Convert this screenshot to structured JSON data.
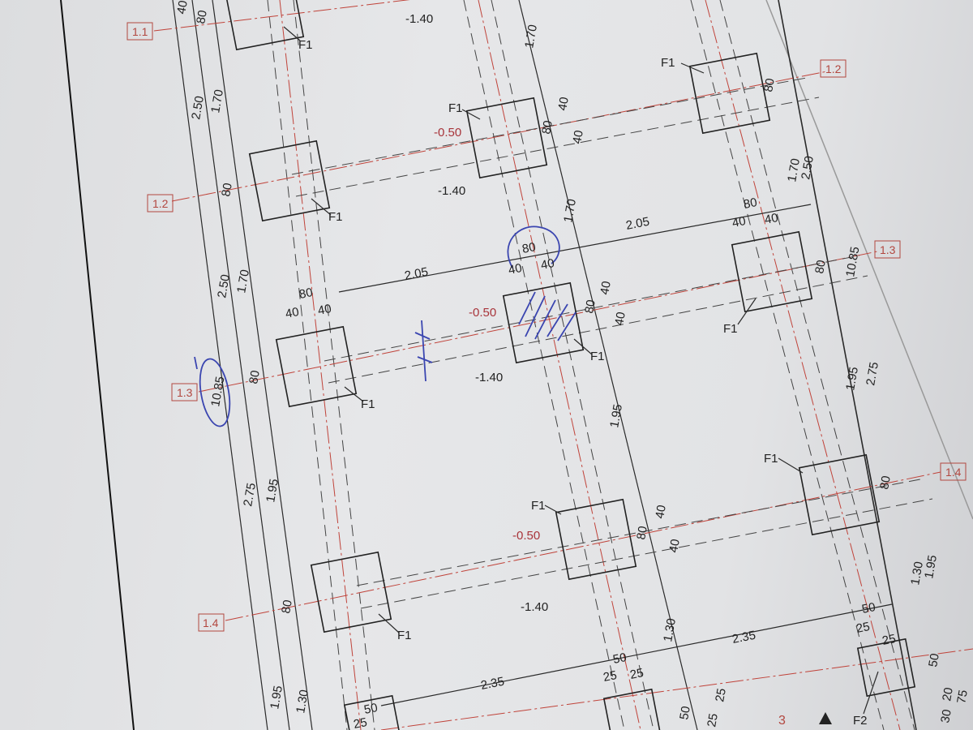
{
  "colors": {
    "axis": "#c0433a",
    "ink": "#3a45b0",
    "elevation": "#a8343a",
    "line": "#2a2a2a"
  },
  "axis_tags": [
    "1.1",
    "1.2",
    "1.3",
    "1.4",
    "1.2",
    "1.3",
    "1.4"
  ],
  "dims": [
    "40",
    "80",
    "2.50",
    "1.70",
    "80",
    "2.50",
    "1.70",
    "10.85",
    "80",
    "2.75",
    "1.95",
    "80",
    "1.95",
    "1.30",
    "1.70",
    "80",
    "40",
    "40",
    "1.70",
    "80",
    "40",
    "40",
    "1.95",
    "80",
    "40",
    "40",
    "1.30",
    "50",
    "80",
    "1.70",
    "2.50",
    "80",
    "10.85",
    "1.95",
    "2.75",
    "80",
    "1.30",
    "1.95",
    "50",
    "20",
    "30",
    "75",
    "80",
    "40",
    "40",
    "2.05",
    "80",
    "40",
    "40",
    "2.05",
    "80",
    "40",
    "40",
    "2.35",
    "2.35",
    "50",
    "25",
    "50",
    "25",
    "25",
    "50",
    "25",
    "25",
    "25",
    "25"
  ],
  "elevations": [
    "-1.40",
    "-0.50",
    "-1.40",
    "-0.50",
    "-1.40",
    "-0.50",
    "-1.40"
  ],
  "footing_labels": [
    "F1",
    "F1",
    "F1",
    "F1",
    "F1",
    "F1",
    "F1",
    "F1",
    "F1",
    "F1",
    "F2"
  ],
  "section_mark": "3"
}
